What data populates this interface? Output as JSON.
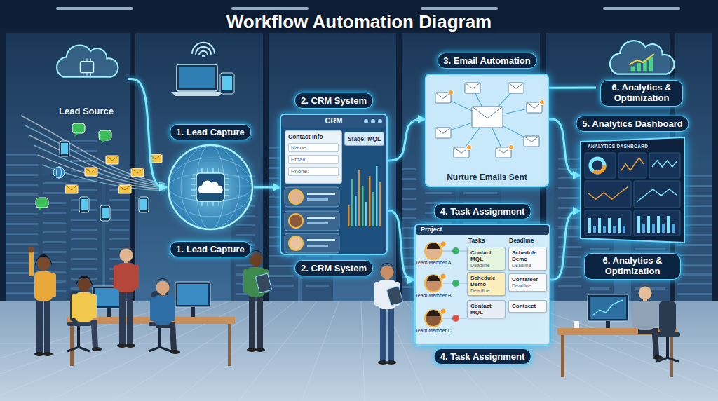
{
  "diagram": {
    "title": "Workflow Automation Diagram",
    "nodes": [
      {
        "text": [
          "Lead Source"
        ]
      },
      {
        "text": [
          "1. Lead Capture",
          "1. Lead Capture"
        ]
      },
      {
        "text": [
          "2. CRM System",
          "CRM",
          "2. CRM System"
        ]
      },
      {
        "text": [
          "Contact Info",
          "Name",
          "Email:",
          "Phone:"
        ],
        "in": 2
      },
      {
        "text": [
          "Stage: MQL"
        ],
        "in": 2
      },
      {
        "text": [
          "3. Email Automation",
          "Nurture Emails Sent"
        ]
      },
      {
        "text": [
          "4. Task Assignment",
          "Project",
          "Tasks",
          "Deadline",
          "4. Task Assignment"
        ]
      },
      {
        "text": [
          "Contact MQL",
          "Deadline"
        ],
        "in": 6
      },
      {
        "text": [
          "Schedule Demo",
          "Deadline"
        ],
        "in": 6
      },
      {
        "text": [
          "Contact MQL"
        ],
        "in": 6
      },
      {
        "text": [
          "Schedule Demo",
          "Deadline"
        ],
        "in": 6
      },
      {
        "text": [
          "Contateer",
          "Deadline"
        ],
        "in": 6
      },
      {
        "text": [
          "Contsect"
        ],
        "in": 6
      },
      {
        "text": [
          "6. Analytics & Optimization"
        ]
      },
      {
        "text": [
          "5. Analytics Dashboard",
          "ANALYTICS DASHBOARD",
          "6. Analytics & Optimization"
        ]
      }
    ],
    "edges": [
      {
        "from": 0,
        "to": 1,
        "arrow": "to"
      },
      {
        "from": 1,
        "to": 2,
        "arrow": "to"
      },
      {
        "from": 2,
        "to": 5,
        "arrow": "to"
      },
      {
        "from": 2,
        "to": 6,
        "arrow": "to"
      },
      {
        "from": 5,
        "to": 14,
        "arrow": "to"
      },
      {
        "from": 6,
        "to": 14,
        "arrow": "to"
      },
      {
        "from": 5,
        "to": 13,
        "arrow": "none"
      }
    ],
    "labels": [
      "Team Member A",
      "Team Member B",
      "Team Member C"
    ]
  }
}
